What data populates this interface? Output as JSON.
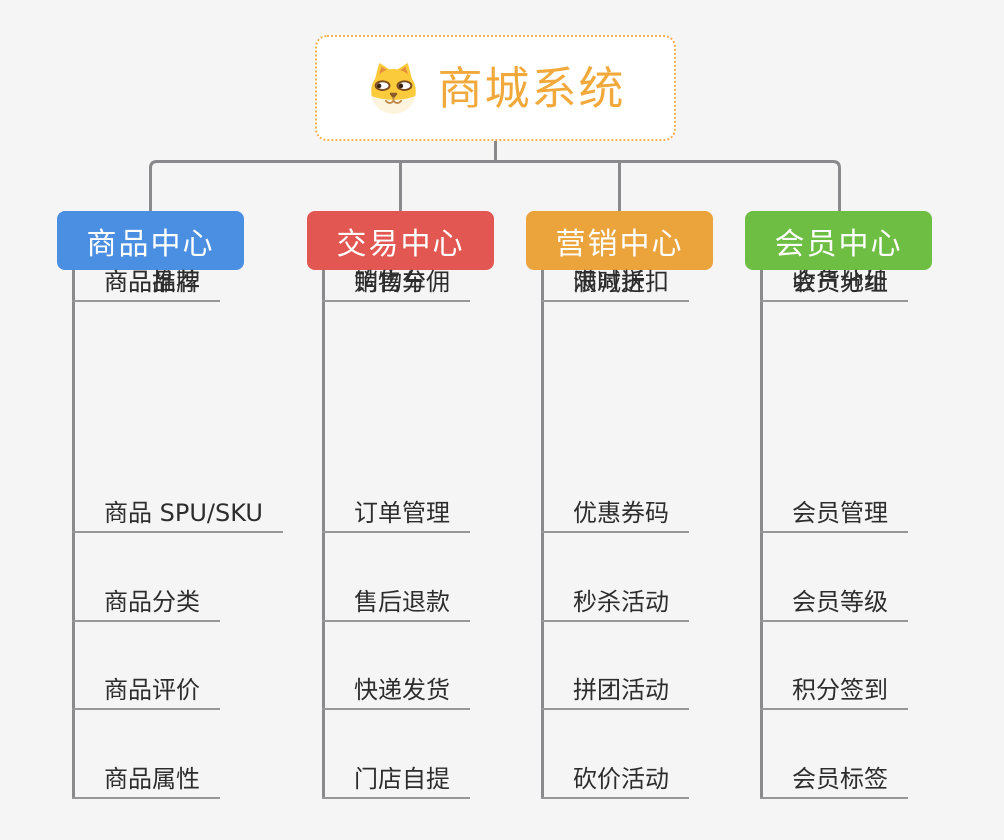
{
  "root": {
    "title": "商城系统",
    "icon": "shiba-dog-icon",
    "accent_color": "#F2A93C",
    "border_color": "#F3B14E"
  },
  "connector_color": "#8A8A8D",
  "underline_color": "#97979A",
  "background_color": "#F5F5F6",
  "branches": [
    {
      "label": "商品中心",
      "color": "#4B8FE2",
      "leaves": [
        "商品 SPU/SKU",
        "商品分类",
        "商品评价",
        "商品属性",
        "商品推荐",
        "商品品牌"
      ]
    },
    {
      "label": "交易中心",
      "color": "#E25752",
      "leaves": [
        "订单管理",
        "售后退款",
        "快递发货",
        "门店自提",
        "购物车",
        "销售分佣"
      ]
    },
    {
      "label": "营销中心",
      "color": "#EBA33C",
      "leaves": [
        "优惠券码",
        "秒杀活动",
        "拼团活动",
        "砍价活动",
        "限时折扣",
        "满减送"
      ]
    },
    {
      "label": "会员中心",
      "color": "#6EBE44",
      "leaves": [
        "会员管理",
        "会员等级",
        "积分签到",
        "会员标签",
        "会员分组",
        "收货地址"
      ]
    }
  ]
}
